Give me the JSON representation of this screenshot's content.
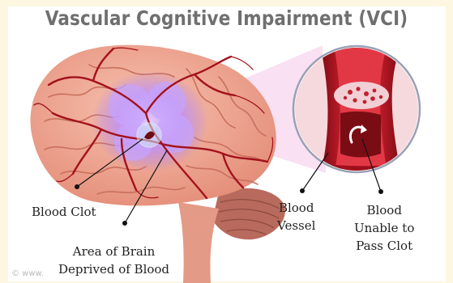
{
  "title": "Vascular Cognitive Impairment (VCI)",
  "labels": {
    "blood_clot": "Blood Clot",
    "area_line1": "Area of Brain",
    "area_line2": "Deprived of Blood",
    "vessel_line1": "Blood",
    "vessel_line2": "Vessel",
    "unable_line1": "Blood",
    "unable_line2": "Unable to",
    "unable_line3": "Pass Clot"
  },
  "watermark": "© www.",
  "colors": {
    "background": "#fdf7e2",
    "brain": "#f3a994",
    "vessel": "#b01622",
    "ischemia": "#c59bff",
    "title": "#6f6f6f"
  }
}
